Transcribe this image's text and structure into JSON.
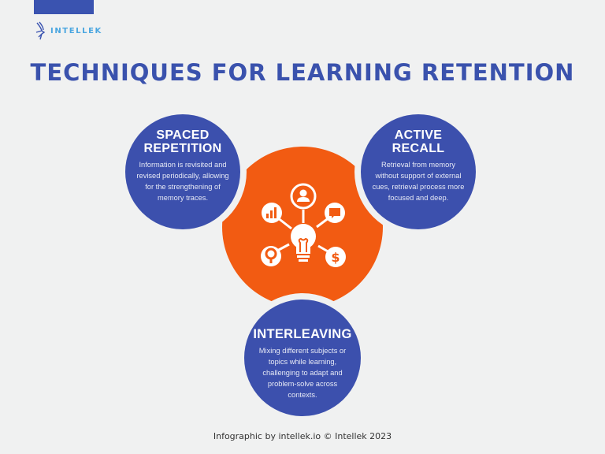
{
  "brand": {
    "name": "INTELLEK",
    "logo_icon": "antelope-logo-icon",
    "accent_color": "#4aa6e0",
    "bar_color": "#3a53b0"
  },
  "title": "TECHNIQUES FOR LEARNING RETENTION",
  "colors": {
    "background": "#f0f1f1",
    "blue": "#3c50ad",
    "orange": "#f25b12",
    "title": "#3a52ad"
  },
  "center": {
    "icon": "lightbulb-network-icon",
    "satellites": [
      "bar-chart-icon",
      "user-profile-icon",
      "chat-bubble-icon",
      "location-pin-icon",
      "dollar-icon"
    ]
  },
  "techniques": [
    {
      "title_line1": "SPACED",
      "title_line2": "REPETITION",
      "description": "Information is revisited and revised periodically, allowing for the strengthening of memory traces."
    },
    {
      "title_line1": "ACTIVE",
      "title_line2": "RECALL",
      "description": "Retrieval from memory without support of external cues, retrieval process more focused and deep."
    },
    {
      "title_line1": "INTERLEAVING",
      "title_line2": "",
      "description": "Mixing different subjects or topics while learning, challenging to adapt and problem-solve across contexts."
    }
  ],
  "footer": "Infographic by intellek.io © Intellek 2023"
}
